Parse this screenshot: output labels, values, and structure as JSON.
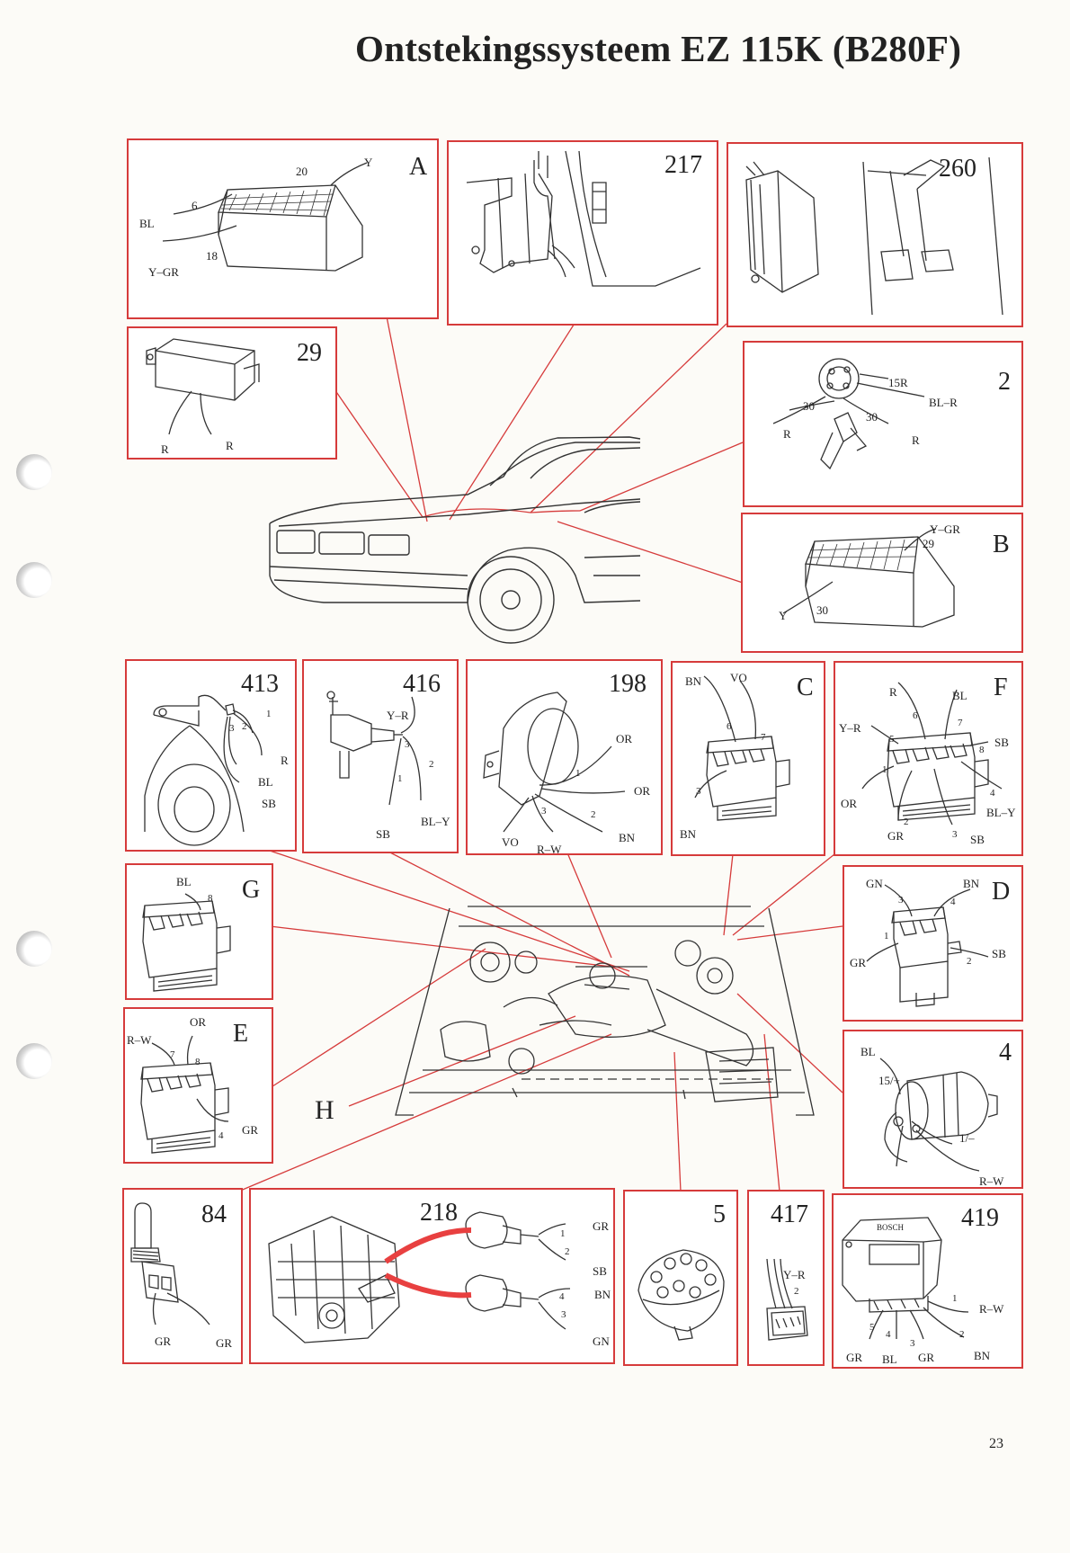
{
  "page": {
    "title": "Ontstekingssysteem EZ 115K (B280F)",
    "page_number": "23"
  },
  "colors": {
    "frame": "#d63b3b",
    "leader": "#d63b3b",
    "ink": "#222222"
  },
  "boxes": {
    "A": {
      "label": "A",
      "wires": [
        "20",
        "Y",
        "6",
        "BL",
        "18",
        "Y–GR"
      ]
    },
    "217": {
      "label": "217"
    },
    "260": {
      "label": "260"
    },
    "29": {
      "label": "29",
      "wires": [
        "R",
        "R"
      ]
    },
    "2": {
      "label": "2",
      "wires": [
        "15R",
        "BL–R",
        "30",
        "30",
        "R",
        "R"
      ]
    },
    "B": {
      "label": "B",
      "wires": [
        "Y–GR",
        "29",
        "Y",
        "30"
      ]
    },
    "413": {
      "label": "413",
      "wires": [
        "1",
        "3",
        "2",
        "R",
        "BL",
        "SB"
      ]
    },
    "416": {
      "label": "416",
      "wires": [
        "Y–R",
        "3",
        "2",
        "1",
        "SB",
        "BL–Y"
      ]
    },
    "198": {
      "label": "198",
      "wires": [
        "OR",
        "1",
        "OR",
        "3",
        "2",
        "BN",
        "VO",
        "R–W"
      ]
    },
    "C": {
      "label": "C",
      "wires": [
        "BN",
        "VO",
        "6",
        "7",
        "3",
        "BN"
      ]
    },
    "F": {
      "label": "F",
      "wires": [
        "R",
        "BL",
        "6",
        "7",
        "Y–R",
        "5",
        "SB",
        "8",
        "1",
        "OR",
        "4",
        "BL–Y",
        "2",
        "GR",
        "3",
        "SB"
      ]
    },
    "G": {
      "label": "G",
      "wires": [
        "BL",
        "8"
      ]
    },
    "D": {
      "label": "D",
      "wires": [
        "GN",
        "BN",
        "3",
        "4",
        "1",
        "GR",
        "SB",
        "2"
      ]
    },
    "E": {
      "label": "E",
      "wires": [
        "OR",
        "R–W",
        "7",
        "8",
        "4",
        "GR"
      ]
    },
    "4": {
      "label": "4",
      "wires": [
        "BL",
        "15/+",
        "1/–",
        "R–W"
      ]
    },
    "84": {
      "label": "84",
      "wires": [
        "GR",
        "GR"
      ]
    },
    "218": {
      "label": "218",
      "wires": [
        "1",
        "GR",
        "2",
        "SB",
        "4",
        "BN",
        "3",
        "GN"
      ]
    },
    "5": {
      "label": "5"
    },
    "417": {
      "label": "417",
      "wires": [
        "Y–R",
        "2"
      ]
    },
    "419": {
      "label": "419",
      "brand": "BOSCH",
      "wires": [
        "1",
        "R–W",
        "2",
        "BN",
        "5",
        "4",
        "3",
        "GR",
        "BL",
        "GR"
      ]
    }
  },
  "callouts": {
    "H": "H"
  }
}
